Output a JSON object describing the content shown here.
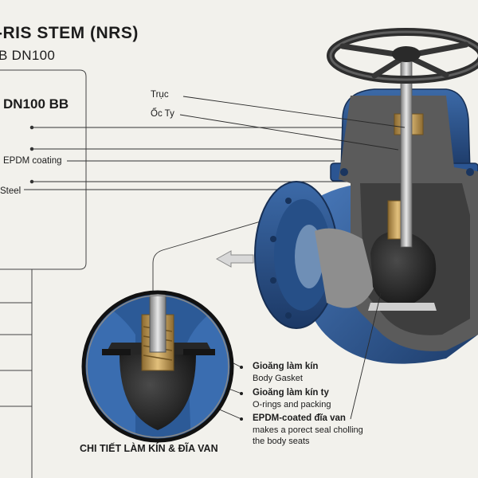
{
  "header": {
    "title": "-RIS STEM (NRS)",
    "subtitle": "B DN100"
  },
  "spec_panel": {
    "title": "DN100 BB",
    "items": [
      "EPDM coating",
      "Steel"
    ]
  },
  "parts": {
    "truc": "Trục",
    "octy": "Ốc Ty"
  },
  "callouts": [
    {
      "vi": "Gioăng làm kín",
      "en": "Body Gasket"
    },
    {
      "vi": "Gioăng làm kín ty",
      "en": "O-rings and packing"
    },
    {
      "vi": "EPDM-coated đĩa van",
      "en": "makes a porect seal cholling",
      "en2": "the body seats"
    }
  ],
  "detail": {
    "title": "CHI TIẾT LÀM KÍN & ĐĨA VAN"
  },
  "colors": {
    "body_blue": "#2f5f9c",
    "body_dark": "#1f3f6e",
    "cutaway_gray": "#5a5a5a",
    "brass": "#c29a55",
    "background": "#f2f1ec"
  }
}
